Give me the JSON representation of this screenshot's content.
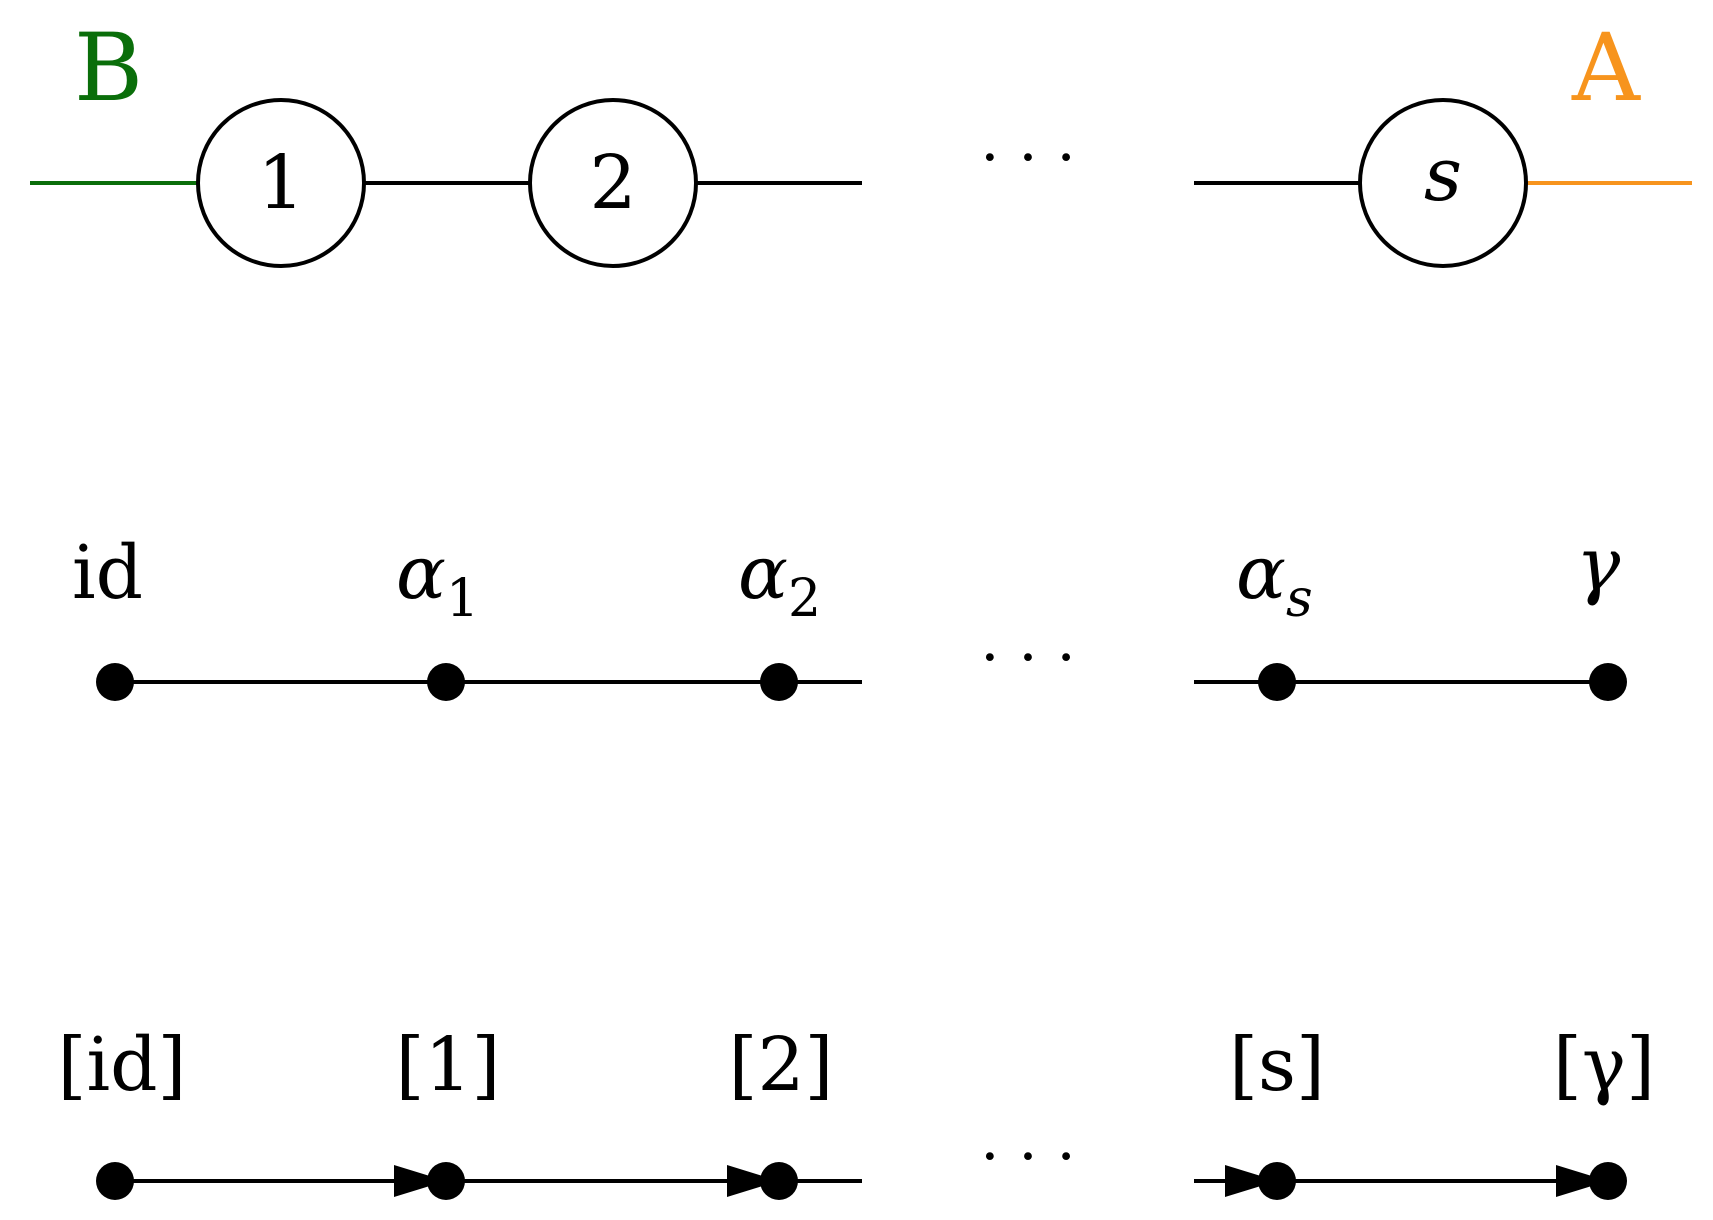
{
  "colors": {
    "green": "#0a6e0a",
    "orange": "#f7941d",
    "black": "#000000"
  },
  "row1": {
    "left_label": "B",
    "right_label": "A",
    "nodes": [
      "1",
      "2",
      "s"
    ],
    "ellipsis": "· · ·"
  },
  "row2": {
    "labels": [
      {
        "base": "id",
        "sub": ""
      },
      {
        "base": "α",
        "sub": "1"
      },
      {
        "base": "α",
        "sub": "2"
      },
      {
        "base": "α",
        "sub": "s"
      },
      {
        "base": "γ",
        "sub": ""
      }
    ],
    "ellipsis": "· · ·"
  },
  "row3": {
    "labels": [
      "[id]",
      "[1]",
      "[2]",
      "[s]",
      "[γ]"
    ],
    "ellipsis": "· · ·"
  }
}
